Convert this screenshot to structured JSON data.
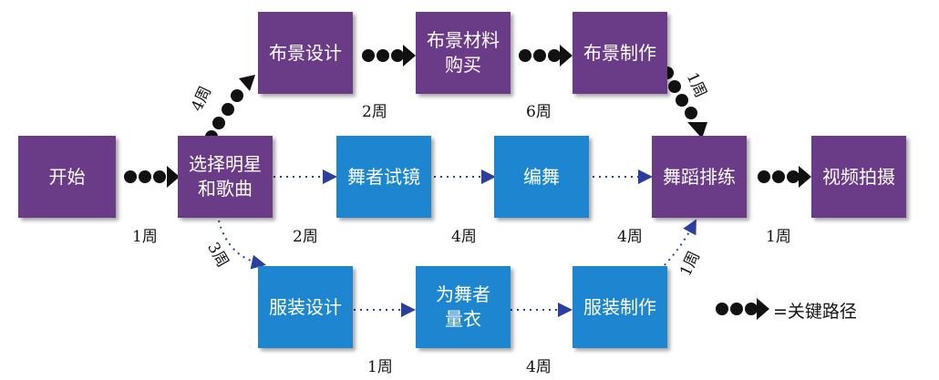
{
  "tasks": {
    "start": "开始",
    "select_stars": "选择明星\n和歌曲",
    "set_design": "布景设计",
    "set_materials": "布景材料\n购买",
    "set_build": "布景制作",
    "dancer_audition": "舞者试镜",
    "choreography": "编舞",
    "dance_rehearsal": "舞蹈排练",
    "video_shoot": "视频拍摄",
    "costume_design": "服装设计",
    "dancer_costume": "为舞者\n量衣",
    "costume_build": "服装制作"
  },
  "durations": {
    "start": "1周",
    "select_to_set": "4周",
    "select_to_audition": "2周",
    "set_design": "2周",
    "set_materials": "6周",
    "set_build_to_rehearsal": "1周",
    "audition": "4周",
    "choreography": "4周",
    "rehearsal": "1周",
    "select_to_costume": "3周",
    "costume_design": "1周",
    "dancer_costume": "4周",
    "costume_build_to_rehearsal": "1周"
  },
  "legend": {
    "text": "=关键路径"
  },
  "colors": {
    "critical_task": "#6a3b86",
    "other_task": "#1e86d0",
    "critical_arrow": "#111111",
    "dotted_arrow": "#2b3f9e"
  }
}
